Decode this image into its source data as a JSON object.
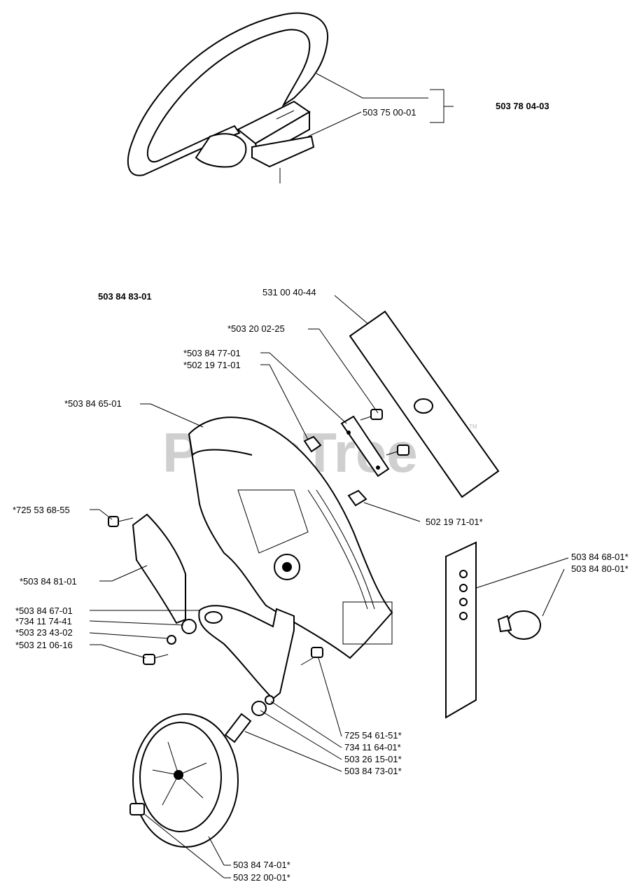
{
  "watermark": "PartsTree",
  "watermark_tm": "TM",
  "handle_assembly": {
    "group_number": "503 78 04-03",
    "parts": [
      "503 75 00-01"
    ]
  },
  "blade_guard_assembly": {
    "group_number": "503 84 83-01",
    "parts": {
      "blade": "531 00 40-44",
      "screw_top": "*503 20 02-25",
      "plate": "*503 84 77-01",
      "nut_left": "*502 19 71-01",
      "guard": "*503 84 65-01",
      "clamp_screw": "*725 53 68-55",
      "clamp": "*503 84 81-01",
      "nut_right": "502 19 71-01*",
      "arm": "*503 84 67-01",
      "washer_large": "*734 11 74-41",
      "washer_small": "*503 23 43-02",
      "bolt": "*503 21 06-16",
      "adjust_plate": "503 84 68-01*",
      "knob": "503 84 80-01*",
      "axle_screw": "725 54 61-51*",
      "axle_washer": "734 11 64-01*",
      "bearing": "503 26 15-01*",
      "spacer": "503 84 73-01*",
      "wheel": "503 84 74-01*",
      "hub_nut": "503 22 00-01*"
    }
  }
}
